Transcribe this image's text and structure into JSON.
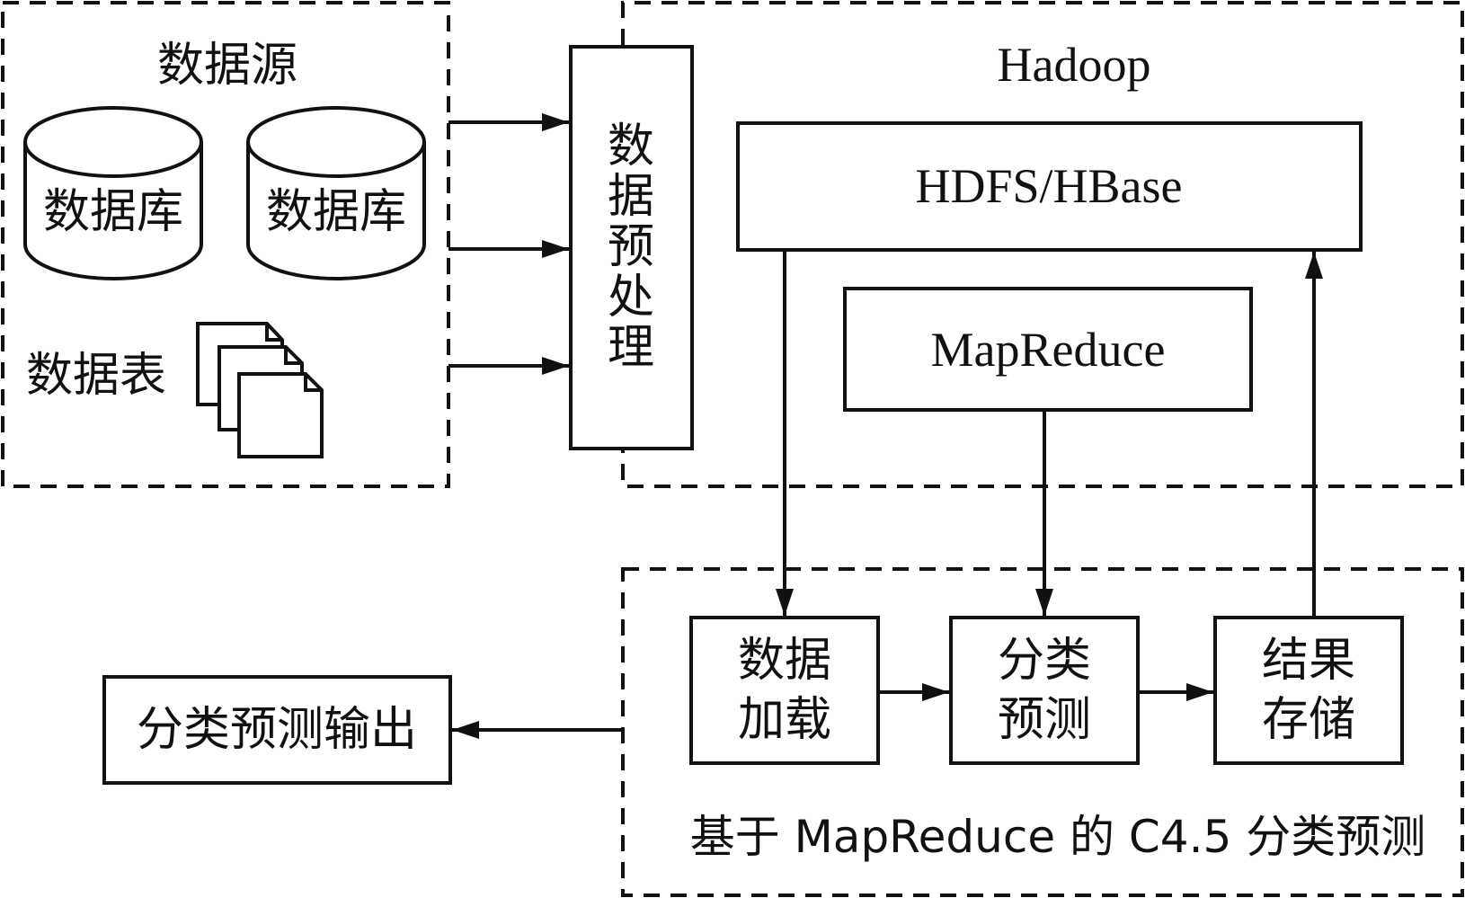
{
  "source_group": {
    "title": "数据源",
    "database_1": "数据库",
    "database_2": "数据库",
    "table_label": "数据表"
  },
  "preprocess": {
    "label": "数据预处理"
  },
  "hadoop": {
    "title": "Hadoop",
    "storage": "HDFS/HBase",
    "engine": "MapReduce"
  },
  "c45_group": {
    "caption": "基于 MapReduce 的 C4.5 分类预测",
    "step_load": [
      "数据",
      "加载"
    ],
    "step_predict": [
      "分类",
      "预测"
    ],
    "step_store": [
      "结果",
      "存储"
    ]
  },
  "output": {
    "label": "分类预测输出"
  }
}
